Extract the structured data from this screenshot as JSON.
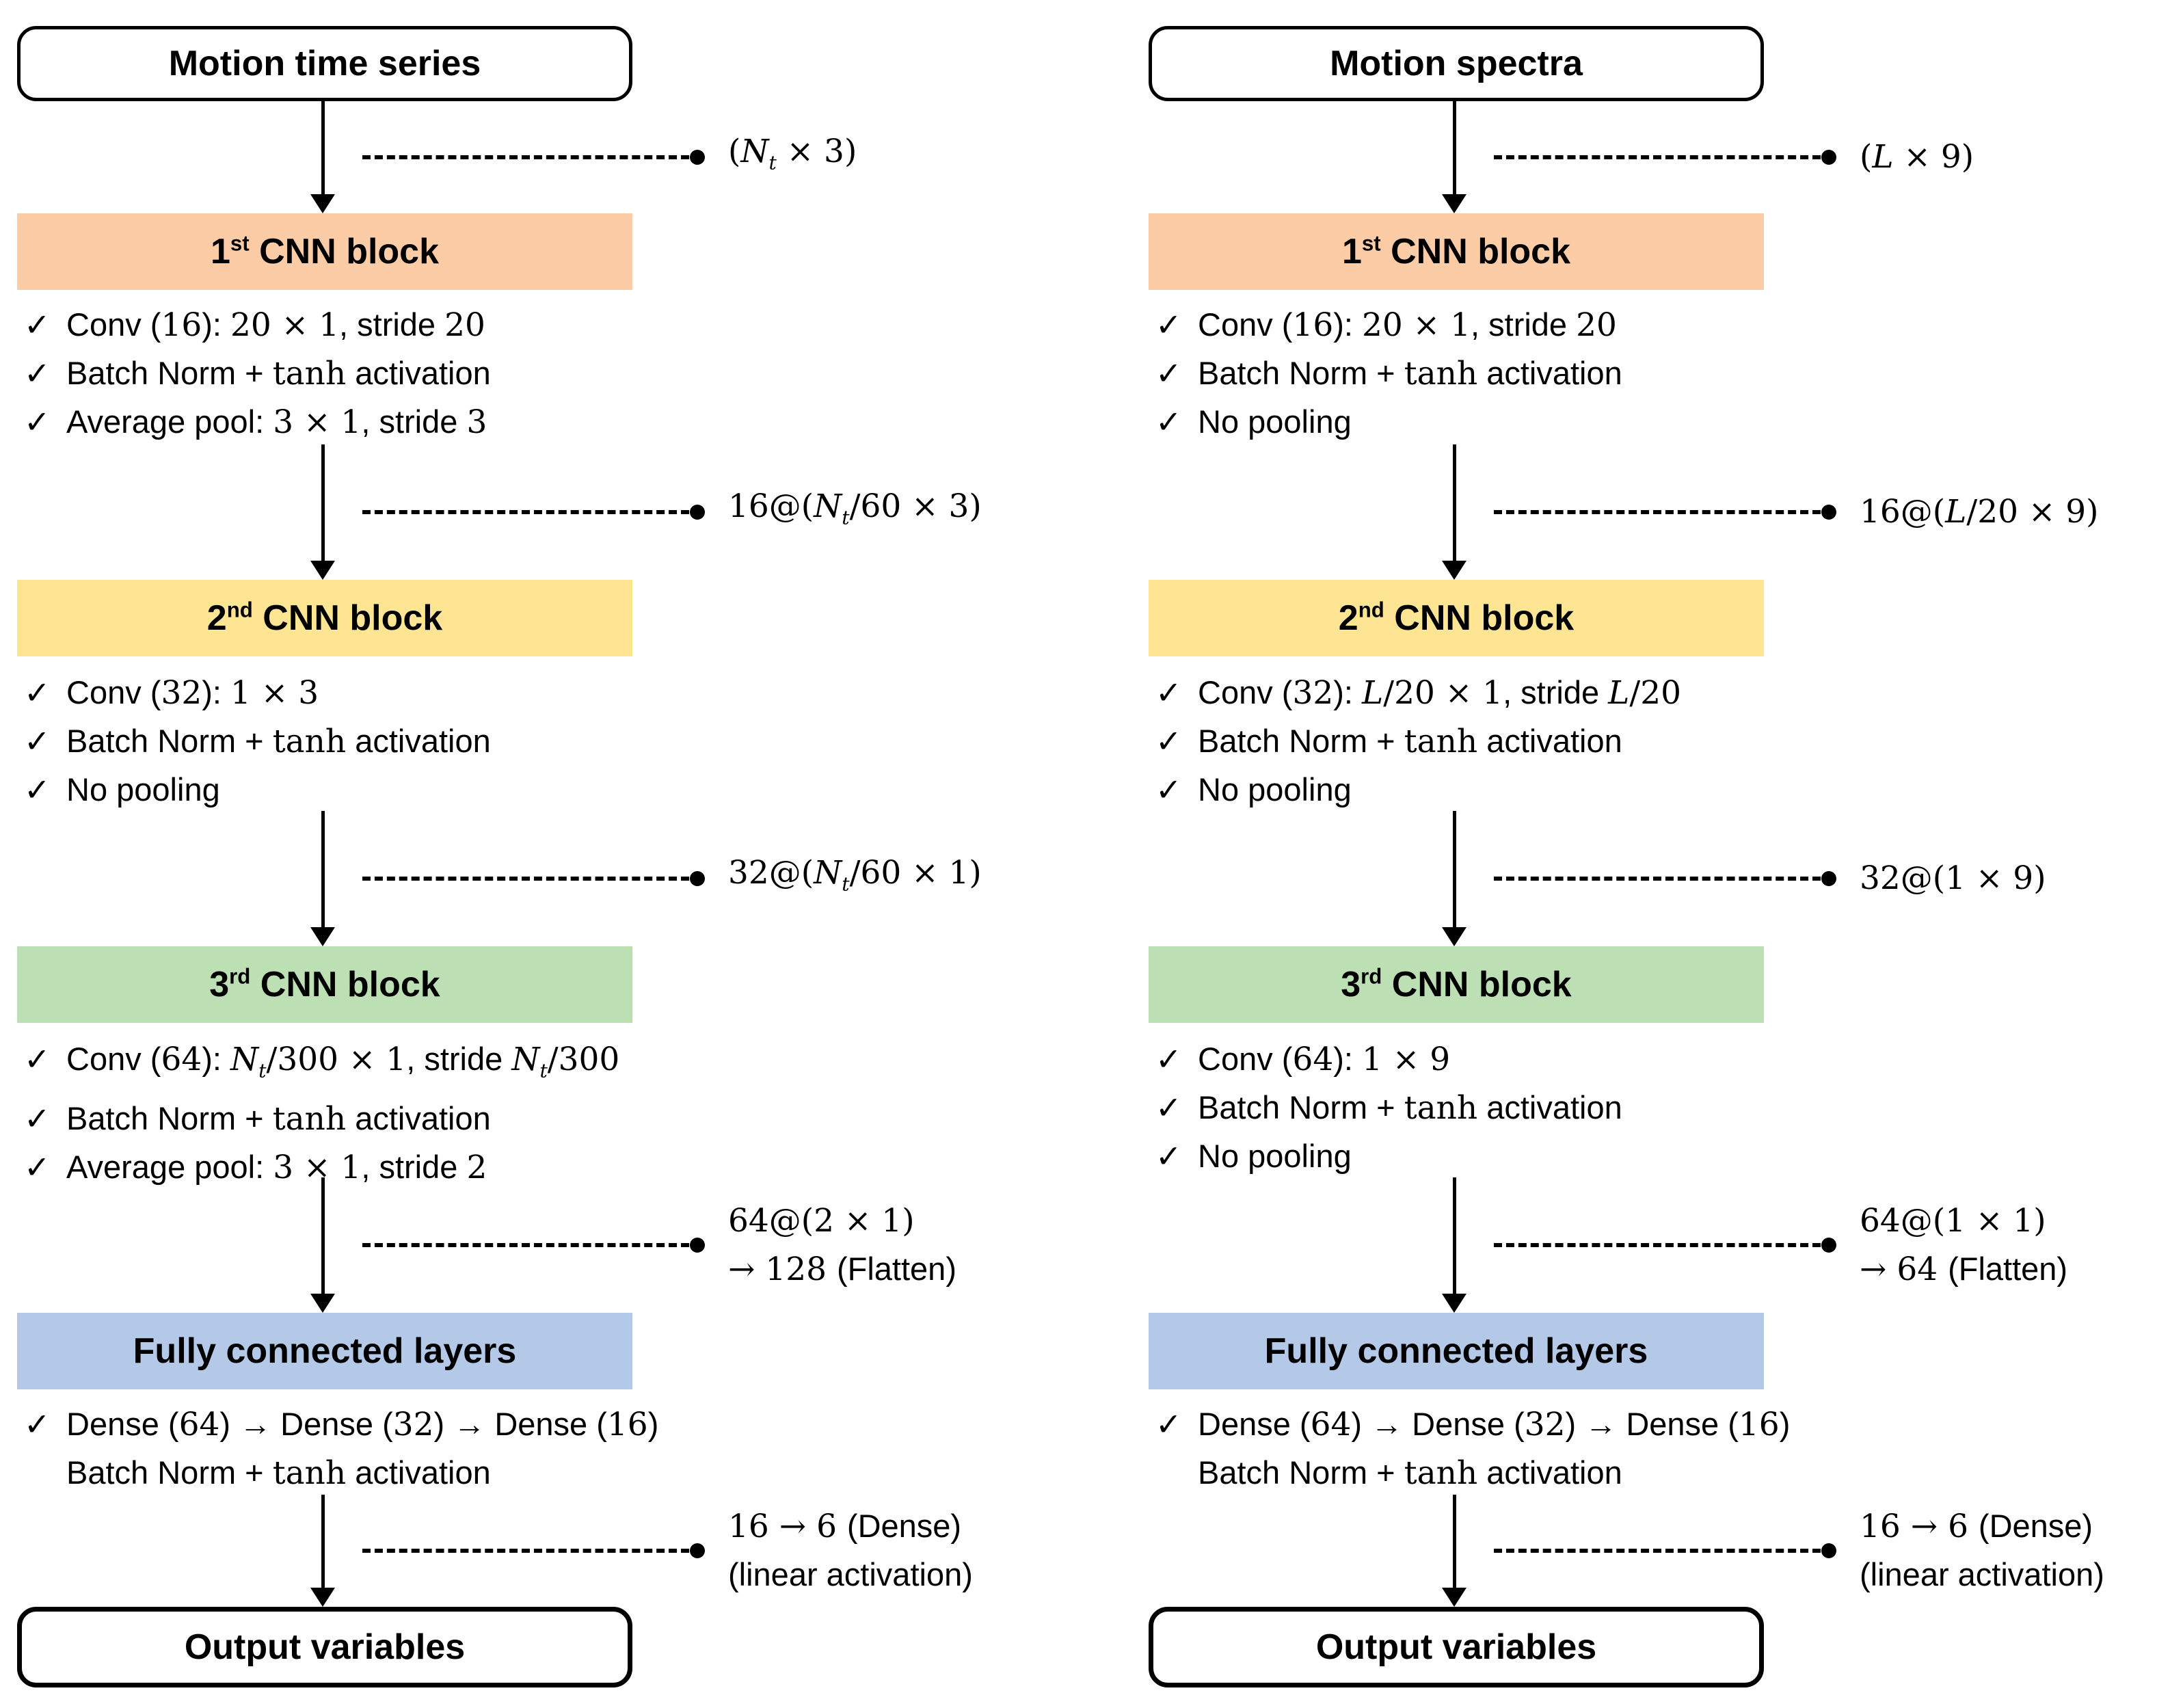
{
  "theme": {
    "block1_color": "#FBCCA6",
    "block2_color": "#FEE593",
    "block3_color": "#BDDFB4",
    "fc_color": "#B4C9E8",
    "border_color": "#000000"
  },
  "columns": [
    {
      "name": "Motion time series branch",
      "input_label": "Motion time series",
      "output_label": "Output variables",
      "connectors": [
        {
          "line1": "(<i>N</i><sub>t</sub> × 3)",
          "line2": ""
        },
        {
          "line1": "16@(<i>N</i><sub>t</sub>/60 × 3)",
          "line2": ""
        },
        {
          "line1": "32@(<i>N</i><sub>t</sub>/60 × 1)",
          "line2": ""
        },
        {
          "line1": "64@(2 × 1)",
          "line2": "→ 128 <span class='sf'>(Flatten)</span>"
        },
        {
          "line1": "16 → 6 <span class='sf'>(Dense)</span>",
          "line2": "<span class='sf'>(linear activation)</span>"
        }
      ],
      "blocks": [
        {
          "title": {
            "num": "1",
            "sup": "st",
            "rest": " CNN block"
          },
          "items": [
            {
              "check": "✓",
              "text": "Conv (<span class='srf'>16</span>): <span class='srf'>20 × 1</span>, stride <span class='srf'>20</span>"
            },
            {
              "check": "✓",
              "text": "Batch Norm + <span class='srf'>tanh</span> activation"
            },
            {
              "check": "✓",
              "text": "Average pool: <span class='srf'>3 × 1</span>, stride <span class='srf'>3</span>"
            }
          ]
        },
        {
          "title": {
            "num": "2",
            "sup": "nd",
            "rest": " CNN block"
          },
          "items": [
            {
              "check": "✓",
              "text": "Conv (<span class='srf'>32</span>): <span class='srf'>1 × 3</span>"
            },
            {
              "check": "✓",
              "text": "Batch Norm + <span class='srf'>tanh</span> activation"
            },
            {
              "check": "✓",
              "text": "No pooling"
            }
          ]
        },
        {
          "title": {
            "num": "3",
            "sup": "rd",
            "rest": " CNN block"
          },
          "items": [
            {
              "check": "✓",
              "text": "Conv (<span class='srf'>64</span>): <span class='srf'><i>N</i><sub>t</sub>/300 × 1</span>, stride <span class='srf'><i>N</i><sub>t</sub>/300</span>"
            },
            {
              "check": "✓",
              "text": "Batch Norm + <span class='srf'>tanh</span> activation"
            },
            {
              "check": "✓",
              "text": "Average pool: <span class='srf'>3 × 1</span>, stride <span class='srf'>2</span>"
            }
          ]
        },
        {
          "title": {
            "num": "",
            "sup": "",
            "rest": "Fully connected layers"
          },
          "items": [
            {
              "check": "✓",
              "text": "Dense (<span class='srf'>64</span>) → Dense (<span class='srf'>32</span>) → Dense (<span class='srf'>16</span>)"
            },
            {
              "check": "",
              "text": "Batch Norm + <span class='srf'>tanh</span> activation"
            }
          ]
        }
      ]
    },
    {
      "name": "Motion spectra branch",
      "input_label": "Motion spectra",
      "output_label": "Output variables",
      "connectors": [
        {
          "line1": "(<i>L</i> × 9)",
          "line2": ""
        },
        {
          "line1": "16@(<i>L</i>/20 × 9)",
          "line2": ""
        },
        {
          "line1": "32@(1 × 9)",
          "line2": ""
        },
        {
          "line1": "64@(1 × 1)",
          "line2": "→ 64 <span class='sf'>(Flatten)</span>"
        },
        {
          "line1": "16 → 6 <span class='sf'>(Dense)</span>",
          "line2": "<span class='sf'>(linear activation)</span>"
        }
      ],
      "blocks": [
        {
          "title": {
            "num": "1",
            "sup": "st",
            "rest": " CNN block"
          },
          "items": [
            {
              "check": "✓",
              "text": "Conv (<span class='srf'>16</span>): <span class='srf'>20 × 1</span>, stride <span class='srf'>20</span>"
            },
            {
              "check": "✓",
              "text": "Batch Norm + <span class='srf'>tanh</span> activation"
            },
            {
              "check": "✓",
              "text": "No pooling"
            }
          ]
        },
        {
          "title": {
            "num": "2",
            "sup": "nd",
            "rest": " CNN block"
          },
          "items": [
            {
              "check": "✓",
              "text": "Conv (<span class='srf'>32</span>): <span class='srf'><i>L</i>/20 × 1</span>, stride <span class='srf'><i>L</i>/20</span>"
            },
            {
              "check": "✓",
              "text": "Batch Norm + <span class='srf'>tanh</span> activation"
            },
            {
              "check": "✓",
              "text": "No pooling"
            }
          ]
        },
        {
          "title": {
            "num": "3",
            "sup": "rd",
            "rest": " CNN block"
          },
          "items": [
            {
              "check": "✓",
              "text": "Conv (<span class='srf'>64</span>): <span class='srf'>1 × 9</span>"
            },
            {
              "check": "✓",
              "text": "Batch Norm + <span class='srf'>tanh</span> activation"
            },
            {
              "check": "✓",
              "text": "No pooling"
            }
          ]
        },
        {
          "title": {
            "num": "",
            "sup": "",
            "rest": "Fully connected layers"
          },
          "items": [
            {
              "check": "✓",
              "text": "Dense (<span class='srf'>64</span>) → Dense (<span class='srf'>32</span>) → Dense (<span class='srf'>16</span>)"
            },
            {
              "check": "",
              "text": "Batch Norm + <span class='srf'>tanh</span> activation"
            }
          ]
        }
      ]
    }
  ]
}
